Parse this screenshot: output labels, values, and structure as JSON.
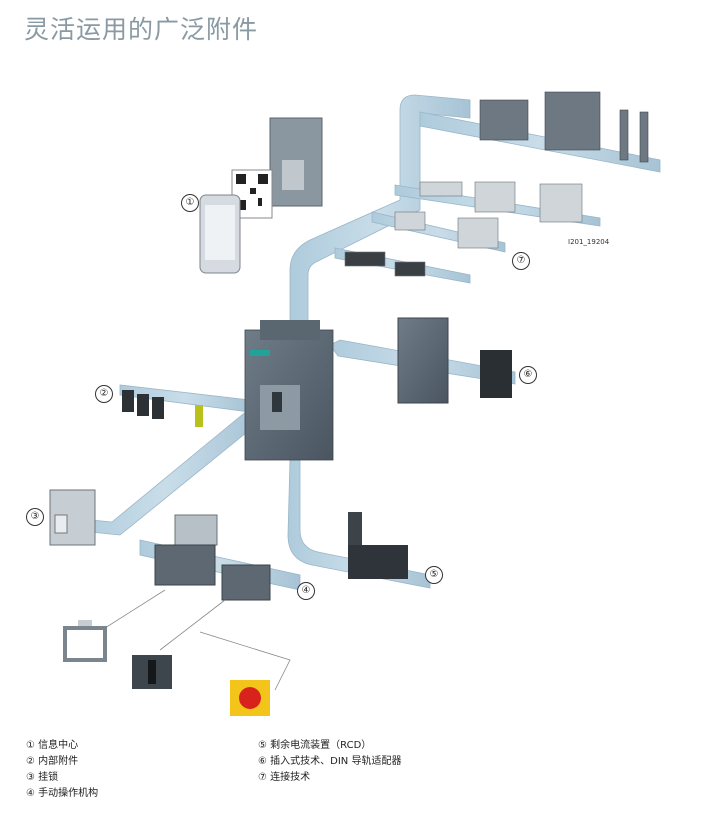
{
  "title": "灵活运用的广泛附件",
  "figure_id": "I201_19204",
  "callouts": [
    "①",
    "②",
    "③",
    "④",
    "⑤",
    "⑥",
    "⑦"
  ],
  "legend": {
    "left": [
      "① 信息中心",
      "② 内部附件",
      "③ 挂锁",
      "④ 手动操作机构"
    ],
    "right": [
      "⑤ 剩余电流装置（RCD）",
      "⑥ 插入式技术、DIN 导轨适配器",
      "⑦ 连接技术"
    ]
  }
}
